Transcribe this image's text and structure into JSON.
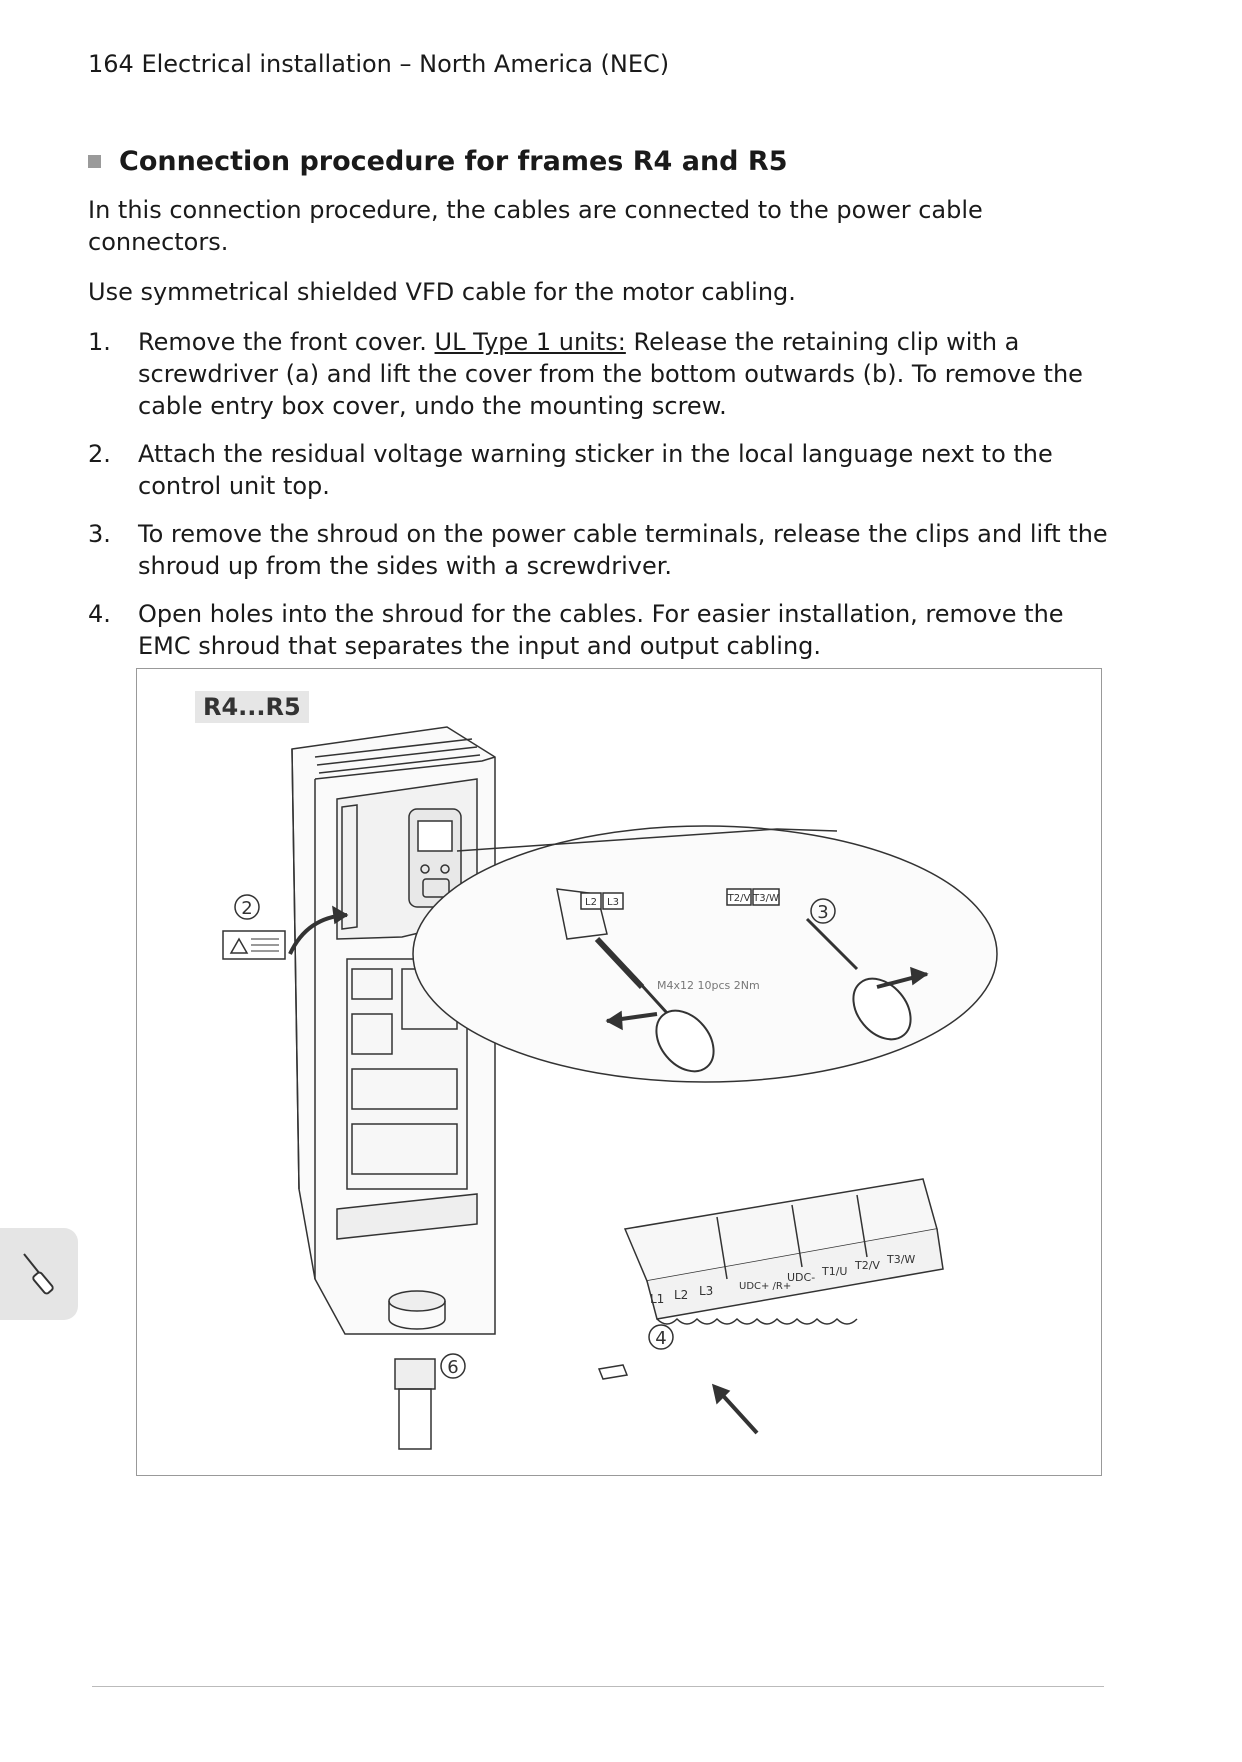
{
  "header": {
    "text": "164 Electrical installation – North America (NEC)"
  },
  "section": {
    "title": "Connection procedure for frames R4 and R5"
  },
  "intro": {
    "p1": "In this connection procedure, the cables are connected to the power cable connectors.",
    "p2": "Use symmetrical shielded VFD cable for the motor cabling."
  },
  "steps": [
    {
      "num": "1.",
      "pre": "Remove the front cover. ",
      "link": "UL Type 1 units:",
      "post": " Release the retaining clip with a screwdriver (a) and lift the cover from the bottom outwards (b). To remove the cable entry box cover, undo the mounting screw."
    },
    {
      "num": "2.",
      "text": "Attach the residual voltage warning sticker in the local language next to the control unit top."
    },
    {
      "num": "3.",
      "text": "To remove the shroud on the power cable terminals, release the clips and lift the shroud up from the sides with a screwdriver."
    },
    {
      "num": "4.",
      "text": "Open holes into the shroud for the cables. For easier installation, remove the EMC shroud that separates the input and output cabling."
    }
  ],
  "figure": {
    "frame_label": "R4...R5",
    "callouts": [
      "2",
      "3",
      "4",
      "6"
    ],
    "terminals_top": [
      "L2",
      "L3",
      "T2/V",
      "T3/W"
    ],
    "terminals_shroud": [
      "L1",
      "L2",
      "L3",
      "UDC+ /R+",
      "UDC-",
      "T1/U",
      "T2/V",
      "T3/W"
    ],
    "shroud_note": "M4x12 10pcs 2Nm"
  }
}
